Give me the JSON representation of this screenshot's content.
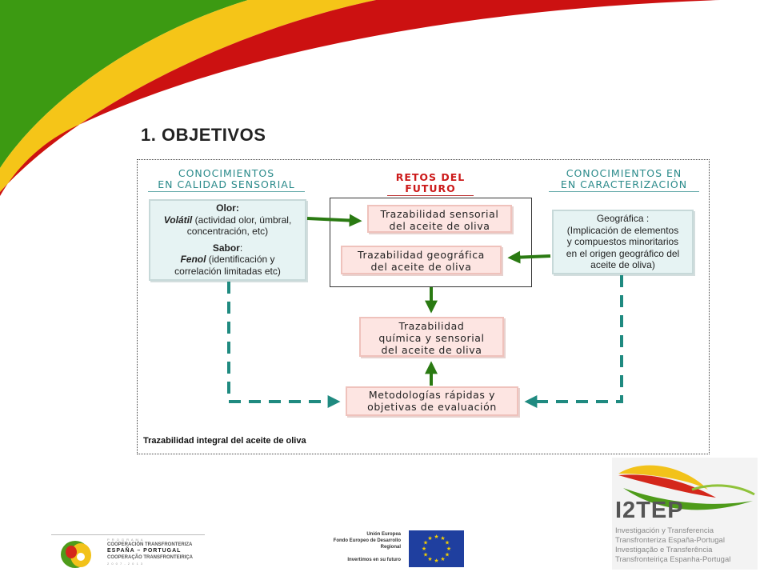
{
  "page": {
    "title": "1. OBJETIVOS"
  },
  "diagram": {
    "left_header": [
      "CONOCIMIENTOS",
      "EN CALIDAD SENSORIAL"
    ],
    "center_header": [
      "RETOS DEL",
      "FUTURO"
    ],
    "right_header": [
      "CONOCIMIENTOS EN",
      "EN CARACTERIZACIÓN"
    ],
    "left_box": {
      "olor_title": "Olor:",
      "olor_lead": "Volátil",
      "olor_rest": " (actividad olor, úmbral,",
      "olor_line2": "concentración, etc)",
      "sabor_title": "Sabor",
      "sabor_colon": ":",
      "sabor_lead": "Fenol",
      "sabor_rest": " (identificación y",
      "sabor_line2": "correlación limitadas etc)"
    },
    "right_box": {
      "title": "Geográfica :",
      "line1": "(Implicación de elementos",
      "line2": "y compuestos minoritarios",
      "line3": "en el origen geográfico del",
      "line4": "aceite de oliva)"
    },
    "box_sensorial": [
      "Trazabilidad sensorial",
      "del aceite de oliva"
    ],
    "box_geografica": [
      "Trazabilidad geográfica",
      "del aceite de oliva"
    ],
    "box_quimica": [
      "Trazabilidad",
      "química y sensorial",
      "del aceite de oliva"
    ],
    "box_metodologias": [
      "Metodologías rápidas y",
      "objetivas de evaluación"
    ],
    "caption": "Trazabilidad integral del aceite de oliva"
  },
  "footer": {
    "poctep_letters": "P R O G R A M A",
    "poctep_line1": "COOPERACIÓN TRANSFRONTERIZA",
    "poctep_line2": "ESPAÑA – PORTUGAL",
    "poctep_line3": "COOPERAÇÃO TRANSFRONTEIRIÇA",
    "poctep_years": "2 0 0 7 - 2 0 1 3",
    "eu_line1": "Unión Europea",
    "eu_line2": "Fondo Europeo de Desarrollo",
    "eu_line3": "Regional",
    "eu_line4": "Invertimos en su futuro",
    "i2tep_name": "I2TEP",
    "i2tep_line1": "Investigación y Transferencia",
    "i2tep_line2": "Transfronteriza España-Portugal",
    "i2tep_line3": "Investigação e Transferência",
    "i2tep_line4": "Transfronteiriça Espanha-Portugal"
  },
  "colors": {
    "swoosh_green": "#3c9a12",
    "swoosh_yellow": "#f5c518",
    "swoosh_red": "#cc1111",
    "arrow_green": "#2a7a12",
    "dashed_teal": "#1f8a80"
  }
}
